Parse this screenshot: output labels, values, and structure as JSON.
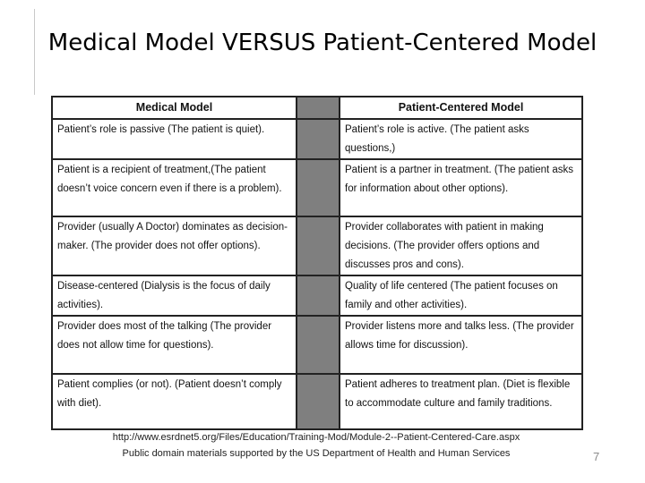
{
  "slide": {
    "title": "Medical Model VERSUS Patient-Centered Model",
    "page_number": "7"
  },
  "table": {
    "header": {
      "medical": "Medical Model",
      "patient": "Patient-Centered Model"
    },
    "rows": [
      {
        "medical": "Patient’s role is passive (The patient is quiet).",
        "patient": "Patient’s role is active. (The patient asks questions,)"
      },
      {
        "medical": "Patient is a recipient of treatment,(The patient doesn’t voice concern even if there is a problem).",
        "patient": "Patient is a partner in treatment. (The patient asks for information about other options)."
      },
      {
        "medical": "Provider (usually A Doctor) dominates as decision-maker. (The provider does not offer options).",
        "patient": "Provider collaborates with patient in making decisions. (The provider offers options and discusses pros and cons)."
      },
      {
        "medical": "Disease-centered (Dialysis is the focus of daily activities).",
        "patient": "Quality of life centered (The patient focuses on family and other activities)."
      },
      {
        "medical": "Provider does most of the talking (The provider does not allow time for questions).",
        "patient": "Provider listens more and talks less. (The provider allows time for discussion)."
      },
      {
        "medical": "Patient complies (or not). (Patient doesn’t comply with diet).",
        "patient": "Patient adheres to treatment plan. (Diet is flexible to accommodate culture and family traditions."
      }
    ]
  },
  "footer": {
    "source_url": "http://www.esrdnet5.org/Files/Education/Training-Mod/Module-2--Patient-Centered-Care.aspx",
    "attribution": "Public domain materials supported by the US Department of Health and Human Services"
  },
  "colors": {
    "divider_gray": "#7f7f7f",
    "page_number_gray": "#8a8a8a"
  }
}
